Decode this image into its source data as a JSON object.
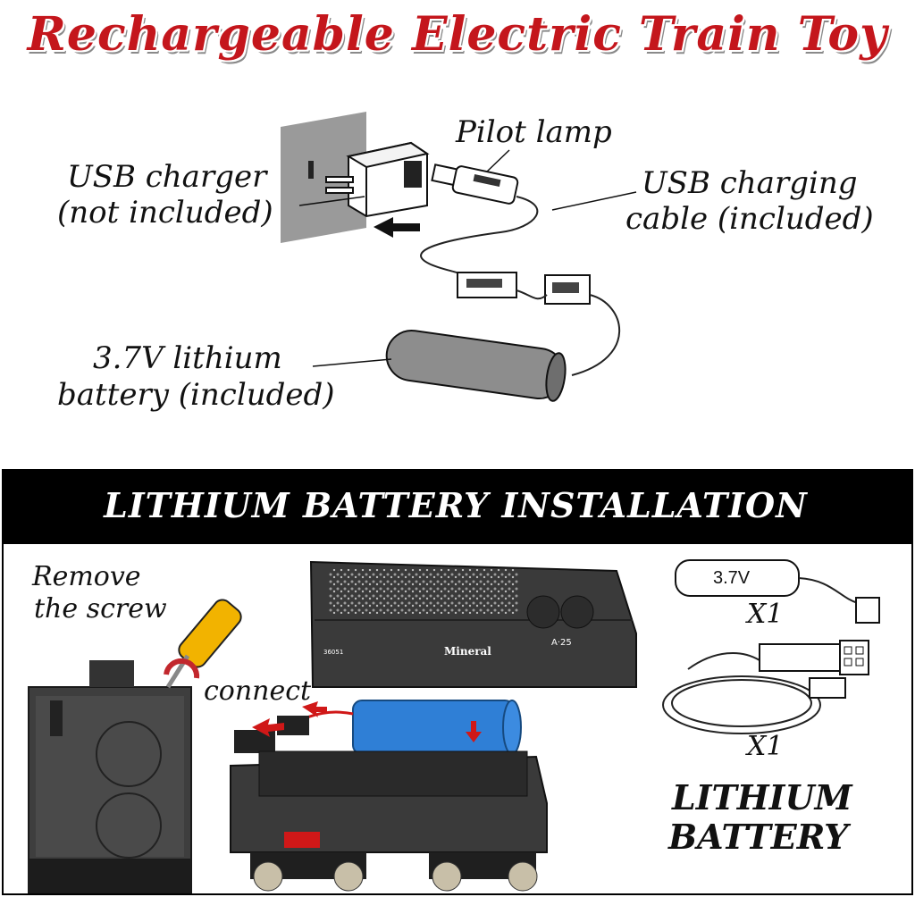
{
  "title": "Rechargeable Electric Train Toy",
  "diagram": {
    "pilot_lamp": "Pilot lamp",
    "usb_charger_line1": "USB charger",
    "usb_charger_line2": "(not included)",
    "usb_cable_line1": "USB charging",
    "usb_cable_line2": "cable (included)",
    "battery_line1": "3.7V lithium",
    "battery_line2": "battery (included)"
  },
  "installation": {
    "banner": "LITHIUM BATTERY INSTALLATION",
    "remove_line1": "Remove",
    "remove_line2": "the screw",
    "connect": "connect",
    "tender_brand": "Mineral",
    "tender_code": "A·25",
    "tender_number": "36051",
    "battery_voltage": "3.7V",
    "qty_battery": "X1",
    "qty_cable": "X1",
    "lithium_line1": "LITHIUM",
    "lithium_line2": "BATTERY"
  },
  "colors": {
    "title_red": "#c4161c",
    "banner_bg": "#000000",
    "battery_blue": "#2f7fd6",
    "arrow_red": "#d01818"
  }
}
